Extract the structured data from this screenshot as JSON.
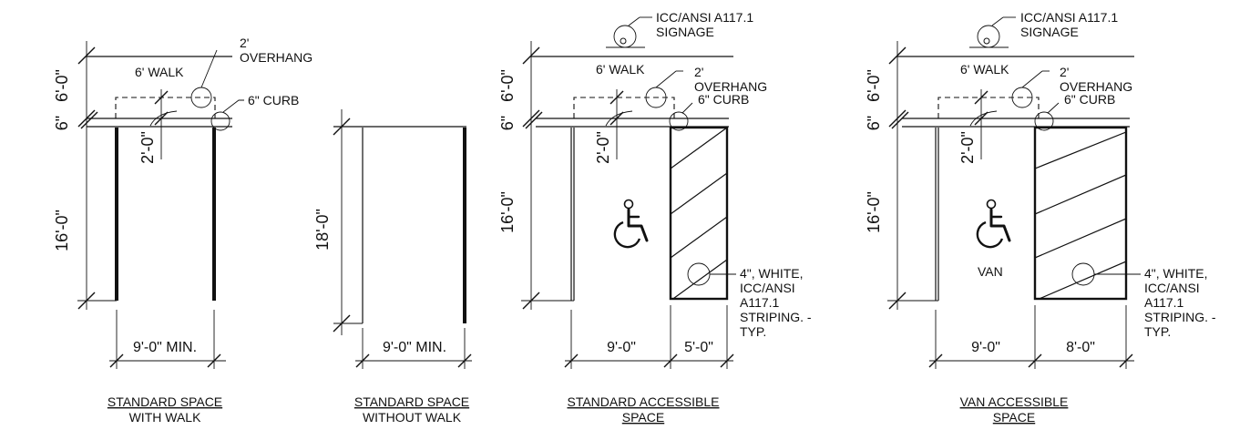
{
  "panels": [
    {
      "caption_line1": "STANDARD SPACE",
      "caption_line2": "WITH WALK",
      "dims": {
        "top": "6'-0\"",
        "curb": "6\"",
        "stall": "16'-0\"",
        "inner": "2'-0\"",
        "width": "9'-0\" MIN."
      },
      "labels": {
        "walk": "6' WALK",
        "overhang": "2'\nOVERHANG",
        "curb": "6\" CURB"
      }
    },
    {
      "caption_line1": "STANDARD SPACE",
      "caption_line2": "WITHOUT WALK",
      "dims": {
        "stall": "18'-0\"",
        "width": "9'-0\" MIN."
      }
    },
    {
      "caption_line1": "STANDARD ACCESSIBLE",
      "caption_line2": "SPACE",
      "dims": {
        "top": "6'-0\"",
        "curb": "6\"",
        "stall": "16'-0\"",
        "inner": "2'-0\"",
        "width": "9'-0\"",
        "aisle": "5'-0\""
      },
      "labels": {
        "signage": "ICC/ANSI A117.1\nSIGNAGE",
        "walk": "6' WALK",
        "overhang": "2'\nOVERHANG",
        "curb": "6\" CURB",
        "striping": "4\", WHITE,\nICC/ANSI\nA117.1\nSTRIPING. -\nTYP."
      }
    },
    {
      "caption_line1": "VAN ACCESSIBLE",
      "caption_line2": "SPACE",
      "dims": {
        "top": "6'-0\"",
        "curb": "6\"",
        "stall": "16'-0\"",
        "inner": "2'-0\"",
        "width": "9'-0\"",
        "aisle": "8'-0\""
      },
      "labels": {
        "signage": "ICC/ANSI A117.1\nSIGNAGE",
        "walk": "6' WALK",
        "overhang": "2'\nOVERHANG",
        "curb": "6\" CURB",
        "striping": "4\", WHITE,\nICC/ANSI\nA117.1\nSTRIPING. -\nTYP.",
        "van": "VAN"
      }
    }
  ]
}
